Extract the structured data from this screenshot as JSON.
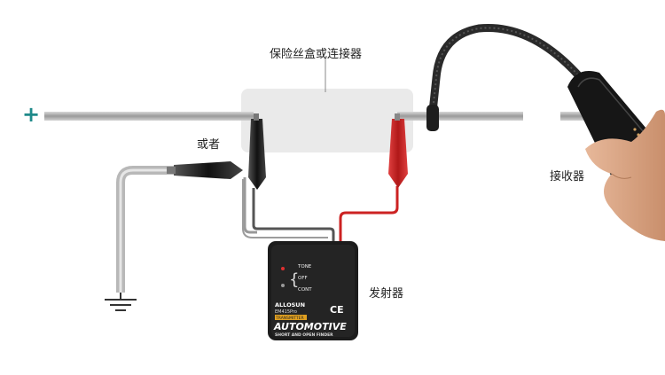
{
  "diagram": {
    "labels": {
      "fuse_box": "保险丝盒或连接器",
      "or": "或者",
      "receiver": "接收器",
      "transmitter": "发射器",
      "positive": "+"
    },
    "device": {
      "brand": "ALLOSUN",
      "model": "EM415Pro",
      "tag": "TRANSMITTER",
      "title": "AUTOMOTIVE",
      "subtitle": "SHORT AND OPEN FINDER",
      "switch_positions": [
        "TONE",
        "OFF",
        "CONT"
      ],
      "ce_mark": "CE"
    },
    "colors": {
      "wire": "#aaaaaa",
      "red_lead": "#cc2222",
      "black_lead": "#222222",
      "plus_sign": "#1f8a8a",
      "box_fill": "#e6e6e6"
    }
  }
}
